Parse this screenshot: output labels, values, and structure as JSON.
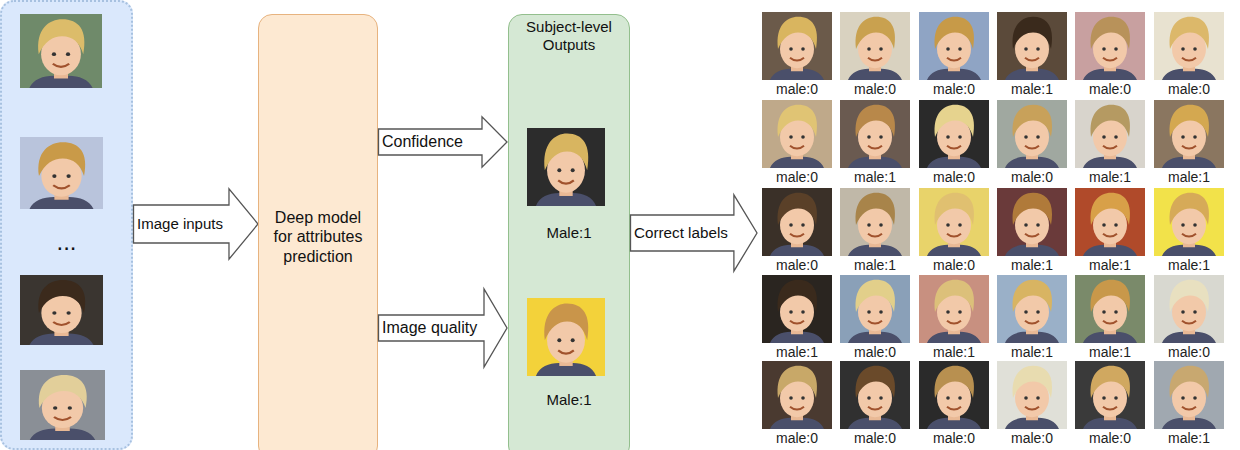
{
  "diagram": {
    "nodes": [
      {
        "text": [
          "..."
        ]
      },
      {
        "text": [
          "Image inputs"
        ]
      },
      {
        "text": [
          "Deep model for attributes prediction"
        ]
      },
      {
        "text": [
          "Confidence"
        ]
      },
      {
        "text": [
          "Image quality"
        ]
      },
      {
        "text": [
          "Subject-level Outputs",
          "Male:1",
          "Male:1"
        ]
      },
      {
        "text": [
          "Correct labels"
        ]
      }
    ],
    "labels": [
      "male:0",
      "male:0",
      "male:0",
      "male:1",
      "male:0",
      "male:0",
      "male:0",
      "male:1",
      "male:0",
      "male:0",
      "male:1",
      "male:1",
      "male:0",
      "male:1",
      "male:0",
      "male:1",
      "male:1",
      "male:1",
      "male:1",
      "male:0",
      "male:1",
      "male:1",
      "male:1",
      "male:0",
      "male:0",
      "male:0",
      "male:0",
      "male:0",
      "male:0",
      "male:1"
    ]
  }
}
